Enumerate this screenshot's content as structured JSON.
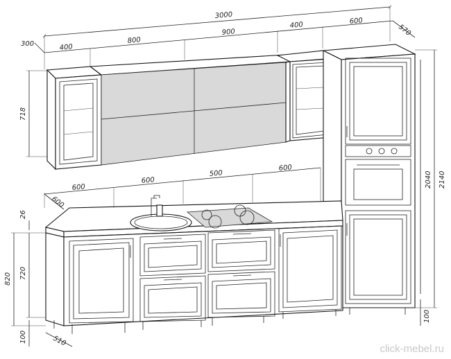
{
  "dimensions": {
    "total_width": "3000",
    "depth_top_right": "570",
    "upper_depth_left": "300",
    "upper_w1": "400",
    "upper_w2": "800",
    "upper_w3": "900",
    "upper_w4": "400",
    "upper_w5": "600",
    "upper_height": "718",
    "lower_w1": "600",
    "lower_w2": "600",
    "lower_w3": "500",
    "lower_w4": "600",
    "lower_depth": "600",
    "top_thickness": "26",
    "carcass_height": "720",
    "base_height": "820",
    "plinth_left": "100",
    "plinth_right": "100",
    "lower_depth_bottom": "510",
    "tall_height_inner": "2040",
    "tall_height_total": "2140"
  },
  "watermark": "click-mebel.ru"
}
